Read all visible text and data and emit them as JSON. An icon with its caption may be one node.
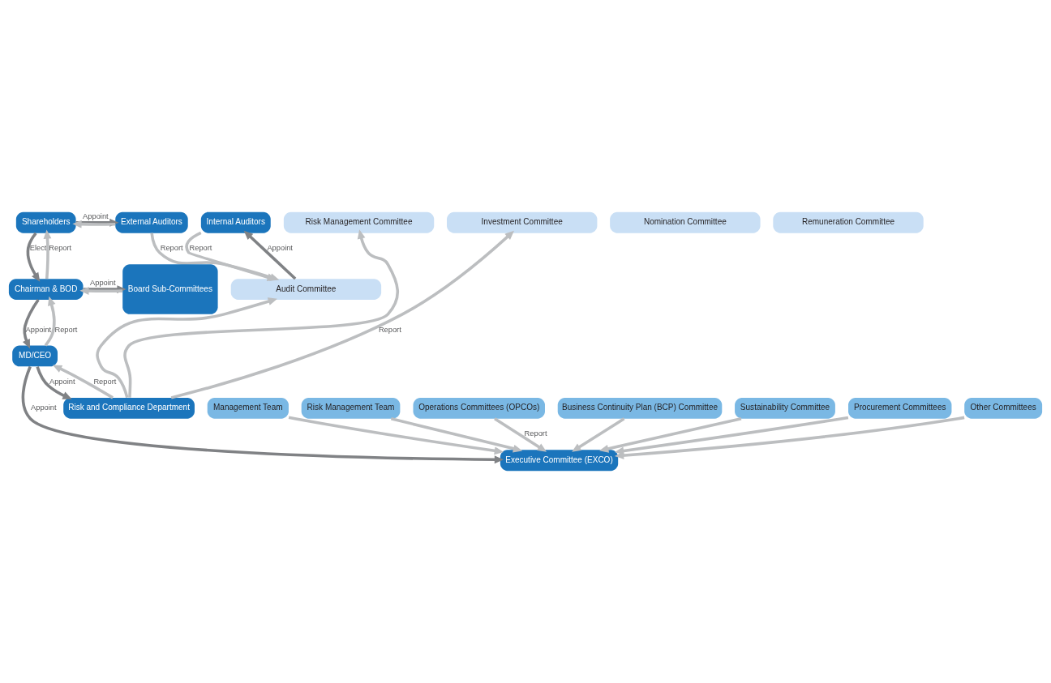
{
  "diagram": {
    "nodes": [
      {
        "text": [
          "Shareholders"
        ]
      },
      {
        "text": [
          "External Auditors"
        ]
      },
      {
        "text": [
          "Internal Auditors"
        ]
      },
      {
        "text": [
          "Chairman & BOD"
        ]
      },
      {
        "text": [
          "Board Sub-Committees"
        ]
      },
      {
        "text": [
          "Audit Committee"
        ]
      },
      {
        "text": [
          "Risk Management Committee"
        ]
      },
      {
        "text": [
          "Investment Committee"
        ]
      },
      {
        "text": [
          "Nomination Committee"
        ]
      },
      {
        "text": [
          "Remuneration Committee"
        ]
      },
      {
        "text": [
          "MD/CEO"
        ]
      },
      {
        "text": [
          "Executive Committee (EXCO)"
        ]
      },
      {
        "text": [
          "Management Team"
        ]
      },
      {
        "text": [
          "Risk Management Team"
        ]
      },
      {
        "text": [
          "Operations Committees (OPCOs)"
        ]
      },
      {
        "text": [
          "Business Continuity Plan (BCP) Committee"
        ]
      },
      {
        "text": [
          "Sustainability Committee"
        ]
      },
      {
        "text": [
          "Procurement Committees"
        ]
      },
      {
        "text": [
          "Other Committees"
        ]
      },
      {
        "text": [
          "Risk and Compliance Department"
        ]
      }
    ],
    "edges": [
      {
        "from": 0,
        "to": 1,
        "arrow": "to",
        "label": "Appoint",
        "color": "#808285"
      },
      {
        "from": 1,
        "to": 0,
        "arrow": "to"
      },
      {
        "from": 1,
        "to": 5,
        "arrow": "to",
        "label": "Report"
      },
      {
        "from": 2,
        "to": 5,
        "arrow": "to",
        "label": "Report"
      },
      {
        "from": 0,
        "to": 3,
        "arrow": "to",
        "label": "Elect",
        "color": "#808285"
      },
      {
        "from": 3,
        "to": 0,
        "arrow": "to",
        "label": "Report"
      },
      {
        "from": 3,
        "to": 4,
        "arrow": "to",
        "label": "Appoint",
        "color": "#808285"
      },
      {
        "from": 4,
        "to": 3,
        "arrow": "to"
      },
      {
        "from": 5,
        "to": 2,
        "arrow": "to",
        "label": "Appoint",
        "color": "#808285"
      },
      {
        "from": 19,
        "to": 5,
        "arrow": "to"
      },
      {
        "from": 19,
        "to": 6,
        "arrow": "to"
      },
      {
        "from": 19,
        "to": 7,
        "arrow": "to",
        "label": "Report"
      },
      {
        "from": 3,
        "to": 10,
        "arrow": "to",
        "label": "Appoint",
        "color": "#808285"
      },
      {
        "from": 10,
        "to": 3,
        "arrow": "to",
        "label": "Report"
      },
      {
        "from": 19,
        "to": 10,
        "arrow": "to",
        "label": "Report"
      },
      {
        "from": 10,
        "to": 19,
        "arrow": "to",
        "label": "Appoint",
        "color": "#808285"
      },
      {
        "from": 10,
        "to": 11,
        "arrow": "to",
        "label": "Appoint",
        "color": "#808285"
      },
      {
        "from": 12,
        "to": 11,
        "arrow": "to"
      },
      {
        "from": 13,
        "to": 11,
        "arrow": "to"
      },
      {
        "from": 14,
        "to": 11,
        "arrow": "to",
        "label": "Report"
      },
      {
        "from": 15,
        "to": 11,
        "arrow": "to"
      },
      {
        "from": 16,
        "to": 11,
        "arrow": "to"
      },
      {
        "from": 17,
        "to": 11,
        "arrow": "to"
      },
      {
        "from": 18,
        "to": 11,
        "arrow": "to"
      }
    ]
  }
}
